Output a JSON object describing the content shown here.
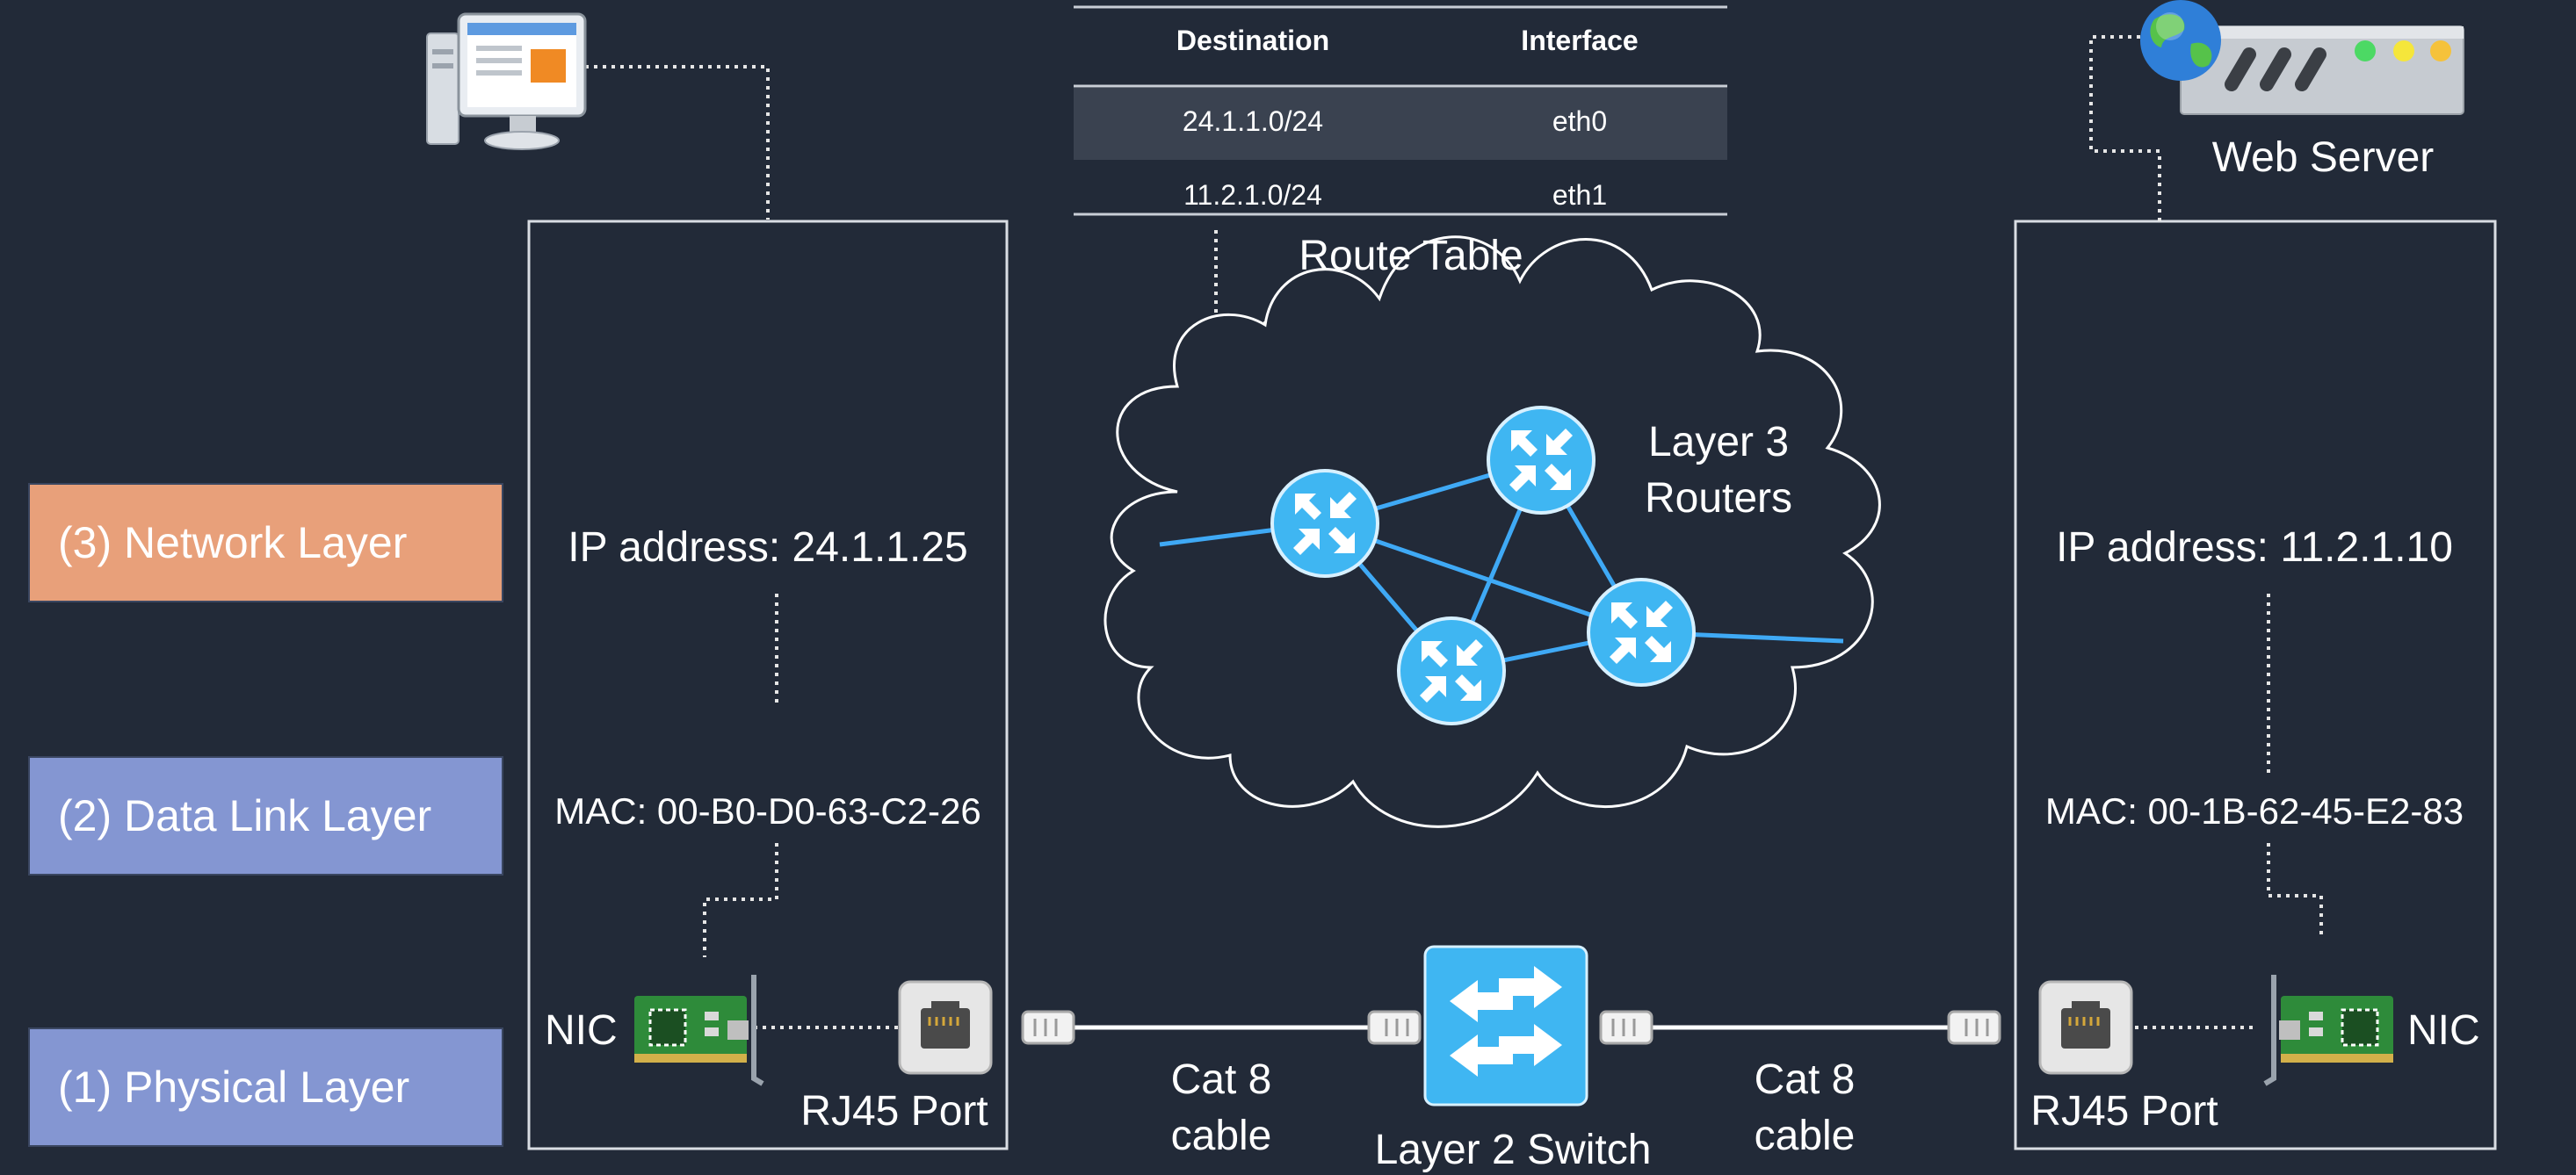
{
  "layers": [
    {
      "label": "(3) Network Layer",
      "color": "#e8a07a"
    },
    {
      "label": "(2) Data Link Layer",
      "color": "#8496d2"
    },
    {
      "label": "(1) Physical Layer",
      "color": "#8496d2"
    }
  ],
  "route_table": {
    "headers": [
      "Destination",
      "Interface"
    ],
    "rows": [
      [
        "24.1.1.0/24",
        "eth0"
      ],
      [
        "11.2.1.0/24",
        "eth1"
      ]
    ],
    "caption": "Route Table"
  },
  "left_host": {
    "ip": "IP address: 24.1.1.25",
    "mac": "MAC: 00-B0-D0-63-C2-26",
    "nic_label": "NIC",
    "port_label": "RJ45 Port"
  },
  "right_host": {
    "title": "Web Server",
    "ip": "IP address: 11.2.1.10",
    "mac": "MAC: 00-1B-62-45-E2-83",
    "nic_label": "NIC",
    "port_label": "RJ45 Port"
  },
  "cloud": {
    "label_line1": "Layer 3",
    "label_line2": "Routers"
  },
  "switch_label": "Layer 2 Switch",
  "cable_left": {
    "line1": "Cat 8",
    "line2": "cable"
  },
  "cable_right": {
    "line1": "Cat 8",
    "line2": "cable"
  },
  "colors": {
    "background": "#222a38",
    "router": "#3fb6f2",
    "link": "#3fa9f5",
    "nic_board": "#2e8b3a"
  },
  "icons": [
    "desktop-computer-icon",
    "web-server-icon",
    "globe-icon",
    "router-icon",
    "switch-icon",
    "nic-card-icon",
    "rj45-port-icon",
    "cable-connector-icon",
    "cloud-icon"
  ]
}
